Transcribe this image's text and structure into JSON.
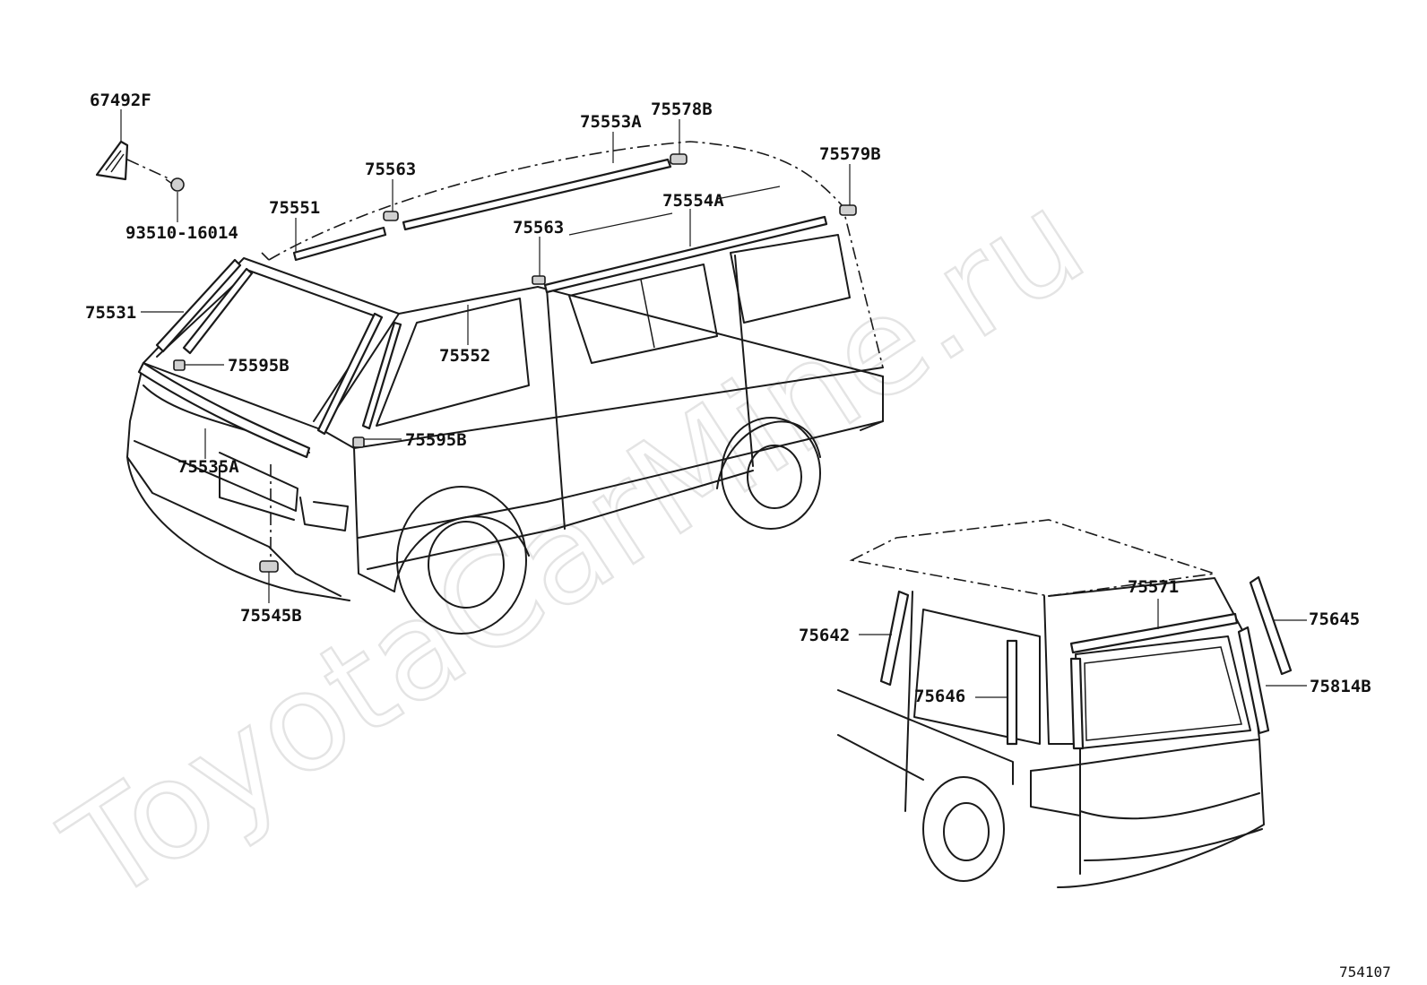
{
  "parts": [
    {
      "id": "p1",
      "label": "67492F"
    },
    {
      "id": "p2",
      "label": "93510-16014"
    },
    {
      "id": "p3",
      "label": "75553A"
    },
    {
      "id": "p4",
      "label": "75578B"
    },
    {
      "id": "p5",
      "label": "75563"
    },
    {
      "id": "p6",
      "label": "75579B"
    },
    {
      "id": "p7",
      "label": "75551"
    },
    {
      "id": "p8",
      "label": "75554A"
    },
    {
      "id": "p9",
      "label": "75563"
    },
    {
      "id": "p10",
      "label": "75531"
    },
    {
      "id": "p11",
      "label": "75552"
    },
    {
      "id": "p12",
      "label": "75595B"
    },
    {
      "id": "p13",
      "label": "75595B"
    },
    {
      "id": "p14",
      "label": "75535A"
    },
    {
      "id": "p15",
      "label": "75545B"
    },
    {
      "id": "p16",
      "label": "75571"
    },
    {
      "id": "p17",
      "label": "75642"
    },
    {
      "id": "p18",
      "label": "75645"
    },
    {
      "id": "p19",
      "label": "75646"
    },
    {
      "id": "p20",
      "label": "75814B"
    }
  ],
  "figure_number": "754107",
  "watermark": "ToyotaCarMine.ru"
}
